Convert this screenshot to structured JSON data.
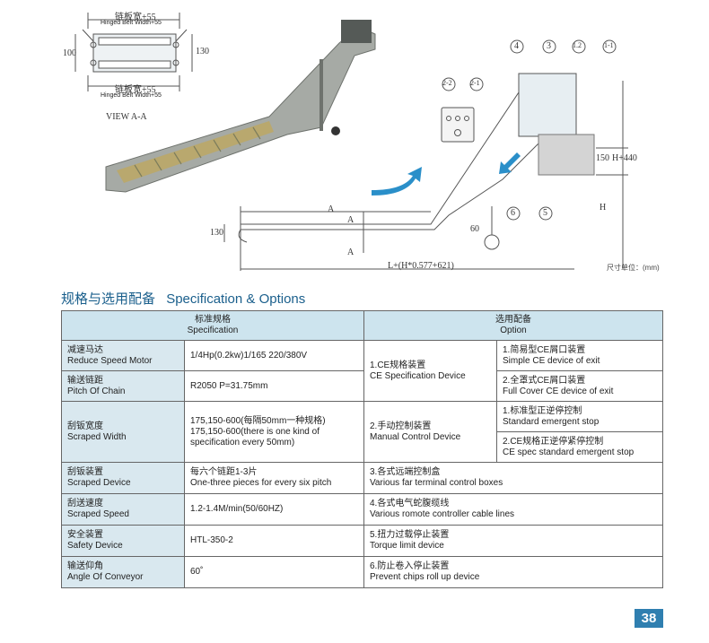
{
  "drawings": {
    "view_label": "VIEW A-A",
    "top_dim_cn": "链板宽+55",
    "top_dim_en": "Hinged Belt Width+55",
    "bottom_dim_cn": "链板宽+55",
    "bottom_dim_en": "Hinged Belt Width+55",
    "dim_100": "100",
    "dim_130_top": "130",
    "dim_130_left": "130",
    "dim_60": "60",
    "dim_150": "150",
    "dim_h440": "H+440",
    "dim_h": "H",
    "dim_a1": "A",
    "dim_a2": "A",
    "dim_a3": "A",
    "dim_length": "L+(H*0.577+621)",
    "unit_note": "尺寸单位：(mm)",
    "callouts": [
      "4",
      "3",
      "1.2",
      "1-1",
      "2-2",
      "2-1",
      "6",
      "5"
    ]
  },
  "section": {
    "title_cn": "规格与选用配备",
    "title_en": "Specification & Options"
  },
  "table": {
    "header_spec_cn": "标准规格",
    "header_spec_en": "Specification",
    "header_opt_cn": "选用配备",
    "header_opt_en": "Option",
    "rows": [
      {
        "name_cn": "减速马达",
        "name_en": "Reduce Speed Motor",
        "spec": "1/4Hp(0.2kw)1/165  220/380V"
      },
      {
        "name_cn": "输送链距",
        "name_en": "Pitch Of Chain",
        "spec": "R2050  P=31.75mm"
      },
      {
        "name_cn": "刮钣宽度",
        "name_en": "Scraped Width",
        "spec_l1": "175,150-600(每隔50mm一种规格)",
        "spec_l2": "175,150-600(there is one kind of",
        "spec_l3": "specification every 50mm)"
      },
      {
        "name_cn": "刮钣装置",
        "name_en": "Scraped Device",
        "spec_cn": "每六个链距1-3片",
        "spec_en": "One-three pieces for every six pitch"
      },
      {
        "name_cn": "刮送速度",
        "name_en": "Scraped Speed",
        "spec": "1.2-1.4M/min(50/60HZ)"
      },
      {
        "name_cn": "安全装置",
        "name_en": "Safety Device",
        "spec": "HTL-350-2"
      },
      {
        "name_cn": "输送仰角",
        "name_en": "Angle Of Conveyor",
        "spec": "60˚"
      }
    ],
    "options": {
      "o1_cn": "1.CE规格装置",
      "o1_en": "CE Specification Device",
      "o1a_cn": "1.简易型CE屑口装置",
      "o1a_en": "Simple CE device of exit",
      "o1b_cn": "2.全罩式CE屑口装置",
      "o1b_en": "Full Cover CE device of exit",
      "o2_cn": "2.手动控制装置",
      "o2_en": "Manual Control Device",
      "o2a_cn": "1.标准型正逆停控制",
      "o2a_en": "Standard emergent stop",
      "o2b_cn": "2.CE规格正逆停紧停控制",
      "o2b_en": "CE spec standard emergent stop",
      "o3_cn": "3.各式远端控制盒",
      "o3_en": "Various far terminal control boxes",
      "o4_cn": "4.各式电气蛇腹缆线",
      "o4_en": "Various romote controller cable lines",
      "o5_cn": "5.扭力过载停止装置",
      "o5_en": "Torque limit device",
      "o6_cn": "6.防止卷入停止装置",
      "o6_en": "Prevent chips roll up device"
    }
  },
  "page_number": "38",
  "colors": {
    "accent": "#1a5f8c",
    "header_bg": "#cde4ee",
    "name_bg": "#d9e8ef",
    "badge": "#2f7fb0"
  }
}
